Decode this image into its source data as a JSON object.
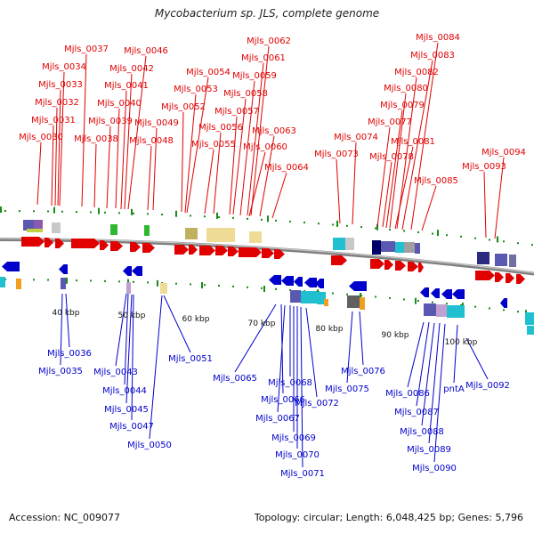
{
  "title": "Mycobacterium sp. JLS, complete genome",
  "footer": {
    "accession": "Accession: NC_009077",
    "summary": "Topology: circular; Length: 6,048,425 bp; Genes: 5,796"
  },
  "colors": {
    "forward": "#e00000",
    "reverse": "#0000cc",
    "backbone": "#808080",
    "tick": "#1a8a1a"
  },
  "scale_labels": [
    "40 kbp",
    "50 kbp",
    "60 kbp",
    "70 kbp",
    "80 kbp",
    "90 kbp",
    "100 kbp"
  ],
  "forward_labels": [
    "Mjls_0030",
    "Mjls_0031",
    "Mjls_0032",
    "Mjls_0033",
    "Mjls_0034",
    "Mjls_0037",
    "Mjls_0038",
    "Mjls_0039",
    "Mjls_0040",
    "Mjls_0041",
    "Mjls_0042",
    "Mjls_0046",
    "Mjls_0048",
    "Mjls_0049",
    "Mjls_0052",
    "Mjls_0053",
    "Mjls_0054",
    "Mjls_0055",
    "Mjls_0056",
    "Mjls_0057",
    "Mjls_0058",
    "Mjls_0059",
    "Mjls_0060",
    "Mjls_0061",
    "Mjls_0062",
    "Mjls_0063",
    "Mjls_0064",
    "Mjls_0073",
    "Mjls_0074",
    "Mjls_0077",
    "Mjls_0078",
    "Mjls_0079",
    "Mjls_0080",
    "Mjls_0081",
    "Mjls_0082",
    "Mjls_0083",
    "Mjls_0084",
    "Mjls_0085",
    "Mjls_0093",
    "Mjls_0094"
  ],
  "reverse_labels": [
    "Mjls_0035",
    "Mjls_0036",
    "Mjls_0043",
    "Mjls_0044",
    "Mjls_0045",
    "Mjls_0047",
    "Mjls_0050",
    "Mjls_0051",
    "Mjls_0065",
    "Mjls_0066",
    "Mjls_0067",
    "Mjls_0068",
    "Mjls_0069",
    "Mjls_0070",
    "Mjls_0071",
    "Mjls_0072",
    "Mjls_0075",
    "Mjls_0076",
    "Mjls_0086",
    "Mjls_0087",
    "Mjls_0088",
    "Mjls_0089",
    "Mjls_0090",
    "pntA",
    "Mjls_0092"
  ]
}
